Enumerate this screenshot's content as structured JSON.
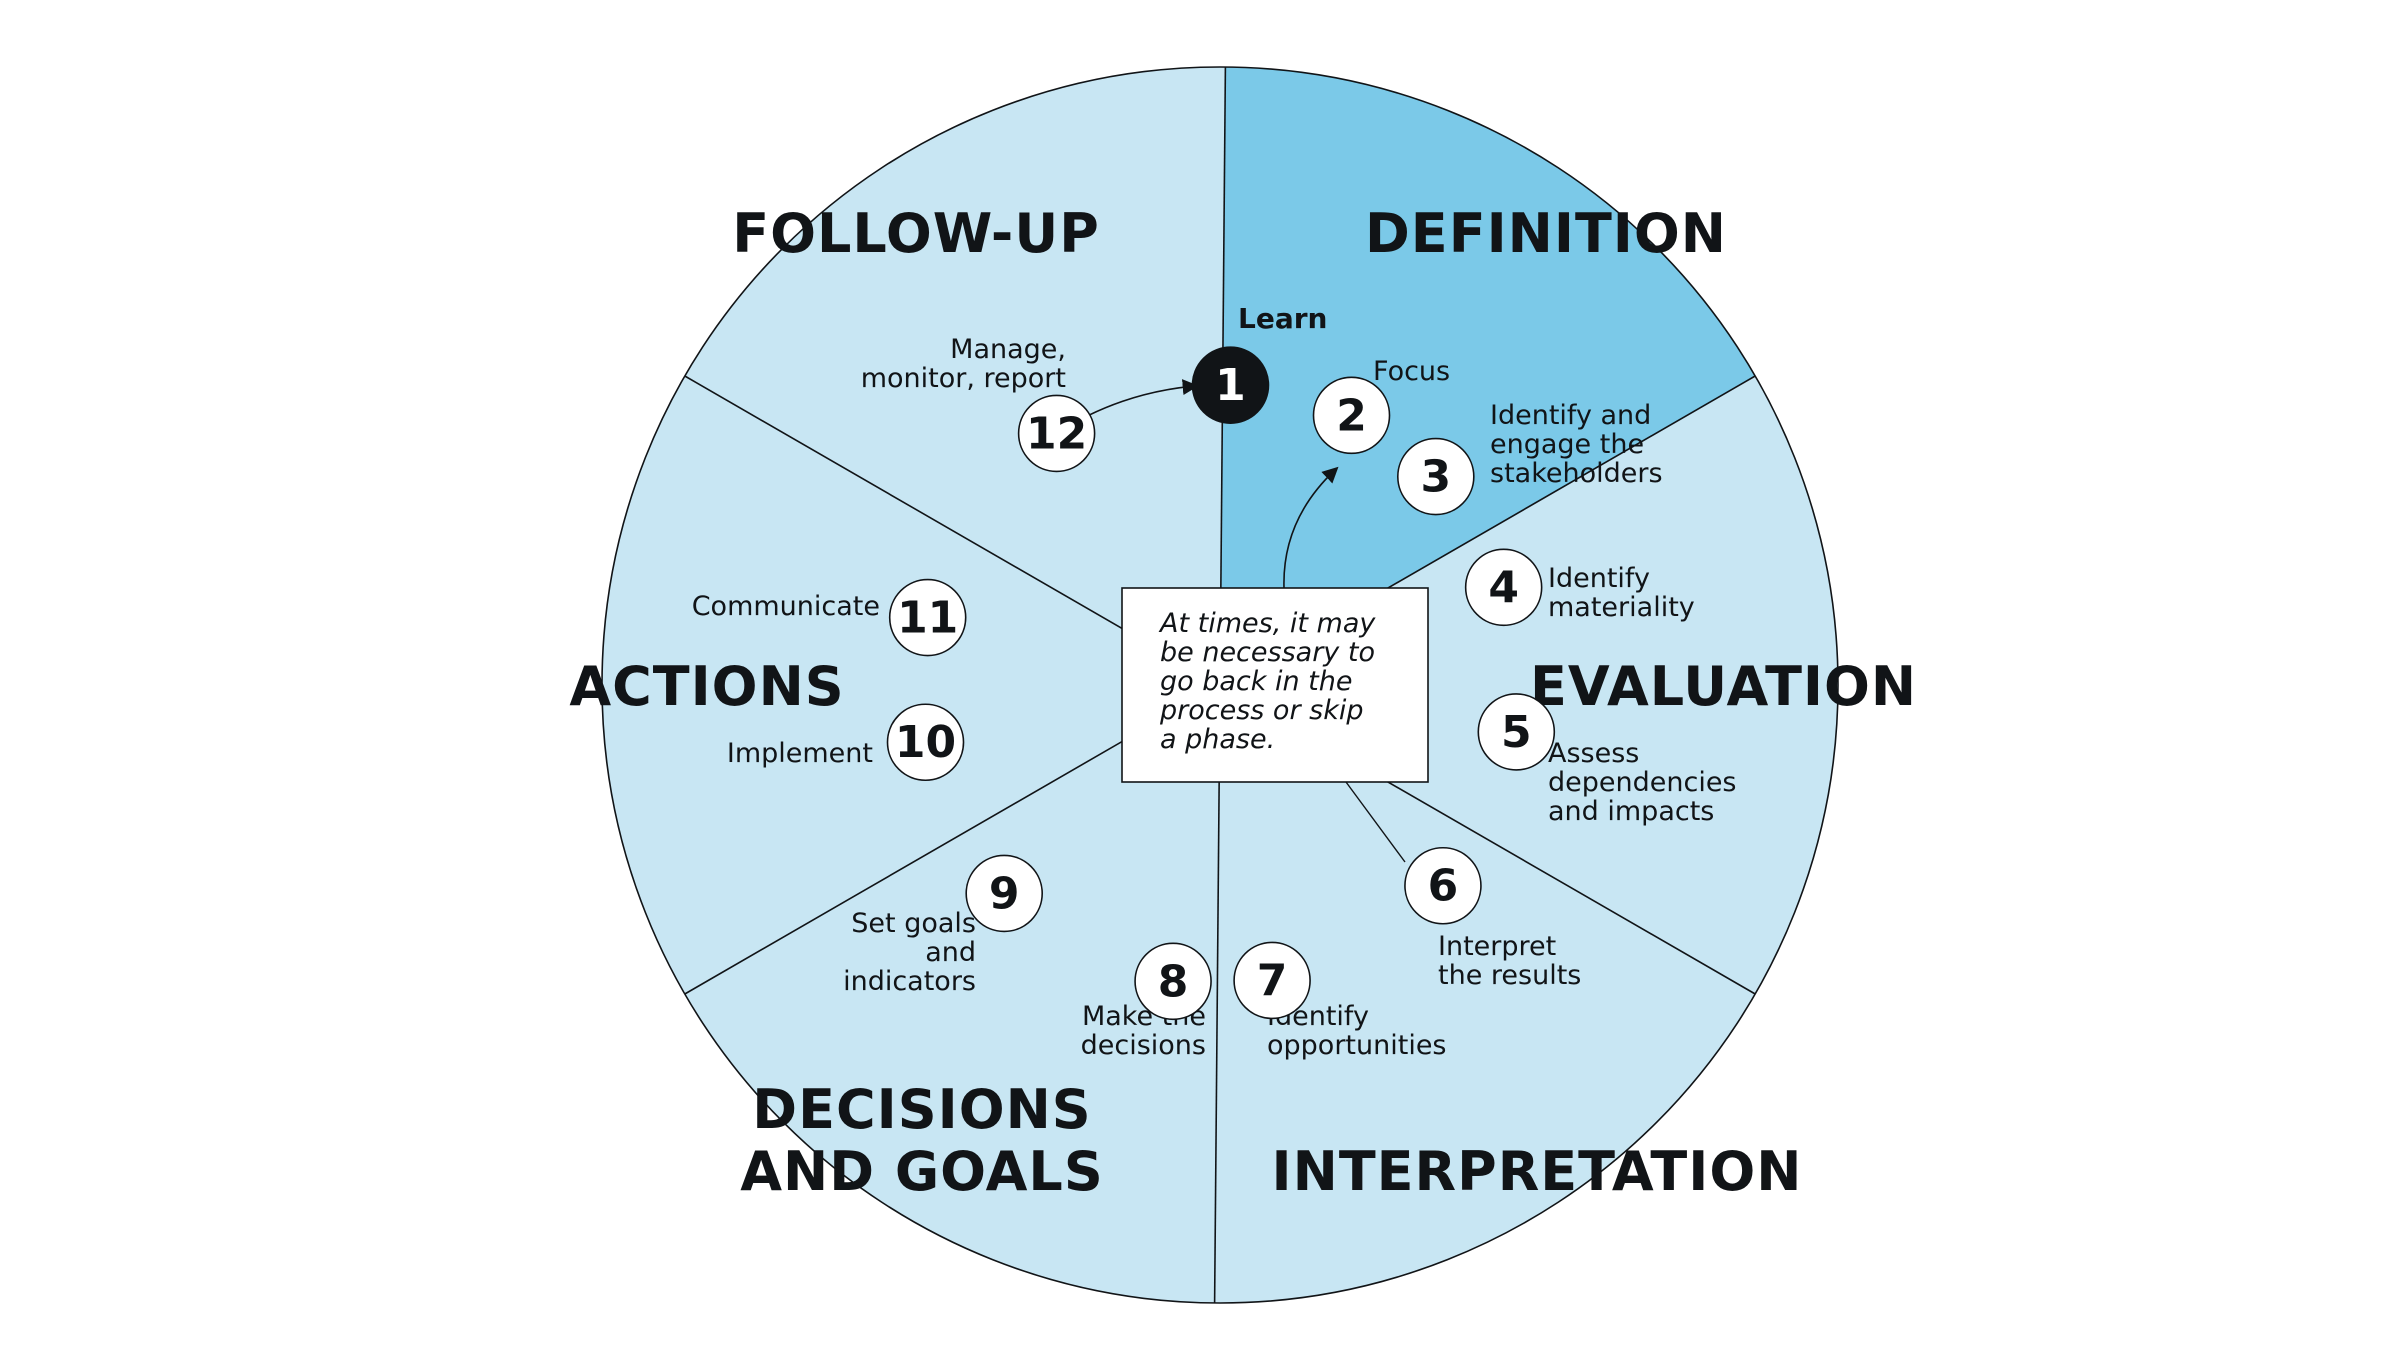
{
  "colors": {
    "sector_light": "#c8e6f3",
    "sector_highlight": "#7bc9e8",
    "ink": "#111417",
    "white": "#ffffff"
  },
  "phases": [
    {
      "id": "definition",
      "title_lines": [
        "DEFINITION"
      ],
      "highlight": true
    },
    {
      "id": "evaluation",
      "title_lines": [
        "EVALUATION"
      ],
      "highlight": false
    },
    {
      "id": "interpretation",
      "title_lines": [
        "INTERPRETATION"
      ],
      "highlight": false
    },
    {
      "id": "decisions-and-goals",
      "title_lines": [
        "DECISIONS",
        "AND GOALS"
      ],
      "highlight": false
    },
    {
      "id": "actions",
      "title_lines": [
        "ACTIONS"
      ],
      "highlight": false
    },
    {
      "id": "follow-up",
      "title_lines": [
        "FOLLOW-UP"
      ],
      "highlight": false
    }
  ],
  "steps": [
    {
      "number": "1",
      "label_lines": [
        "Learn"
      ],
      "active": true
    },
    {
      "number": "2",
      "label_lines": [
        "Focus"
      ],
      "active": false
    },
    {
      "number": "3",
      "label_lines": [
        "Identify and",
        "engage the",
        "stakeholders"
      ],
      "active": false
    },
    {
      "number": "4",
      "label_lines": [
        "Identify",
        "materiality"
      ],
      "active": false
    },
    {
      "number": "5",
      "label_lines": [
        "Assess",
        "dependencies",
        "and impacts"
      ],
      "active": false
    },
    {
      "number": "6",
      "label_lines": [
        "Interpret",
        "the results"
      ],
      "active": false
    },
    {
      "number": "7",
      "label_lines": [
        "Identify",
        "opportunities"
      ],
      "active": false
    },
    {
      "number": "8",
      "label_lines": [
        "Make the",
        "decisions"
      ],
      "active": false
    },
    {
      "number": "9",
      "label_lines": [
        "Set goals",
        "and",
        "indicators"
      ],
      "active": false
    },
    {
      "number": "10",
      "label_lines": [
        "Implement"
      ],
      "active": false
    },
    {
      "number": "11",
      "label_lines": [
        "Communicate"
      ],
      "active": false
    },
    {
      "number": "12",
      "label_lines": [
        "Manage,",
        "monitor, report"
      ],
      "active": false
    }
  ],
  "note": {
    "lines": [
      "At times, it may",
      "be necessary to",
      "go back in the",
      "process or skip",
      "a phase."
    ]
  }
}
